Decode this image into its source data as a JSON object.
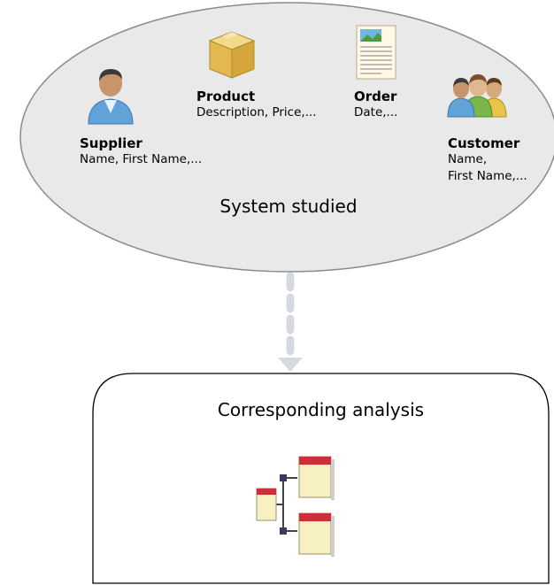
{
  "system": {
    "label": "System studied",
    "entities": [
      {
        "id": "supplier",
        "name": "Supplier",
        "attributes": "Name, First Name,...",
        "icon": "person-icon"
      },
      {
        "id": "product",
        "name": "Product",
        "attributes": "Description, Price,...",
        "icon": "box-icon"
      },
      {
        "id": "order",
        "name": "Order",
        "attributes": "Date,...",
        "icon": "document-icon"
      },
      {
        "id": "customer",
        "name": "Customer",
        "attributes": "Name,\nFirst Name,...",
        "icon": "people-group-icon"
      }
    ]
  },
  "flow": {
    "icon": "dashed-down-arrow-icon"
  },
  "analysis": {
    "title": "Corresponding analysis",
    "icon": "class-diagram-icon"
  },
  "colors": {
    "ellipse_fill": "#e9e9e9",
    "ellipse_stroke": "#8a8a8a",
    "arrow": "#d6dadf",
    "box_stroke": "#000000"
  }
}
